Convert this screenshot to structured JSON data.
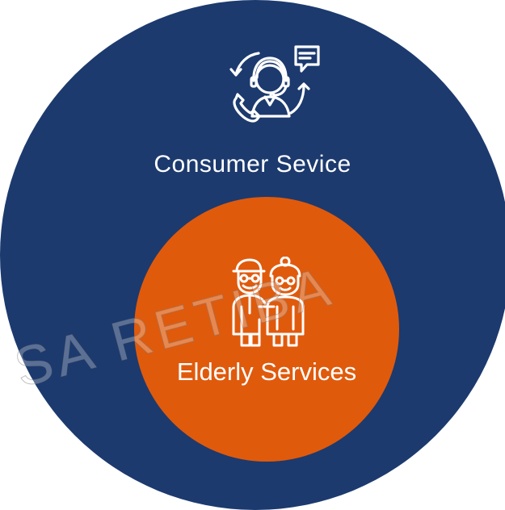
{
  "diagram": {
    "outer_circle": {
      "label": "Consumer Sevice",
      "icon": "customer-support-icon",
      "color": "#1c3a6e"
    },
    "inner_circle": {
      "label": "Elderly Services",
      "icon": "elderly-couple-icon",
      "color": "#e05a0c"
    }
  },
  "watermark": "SA RETIBA"
}
